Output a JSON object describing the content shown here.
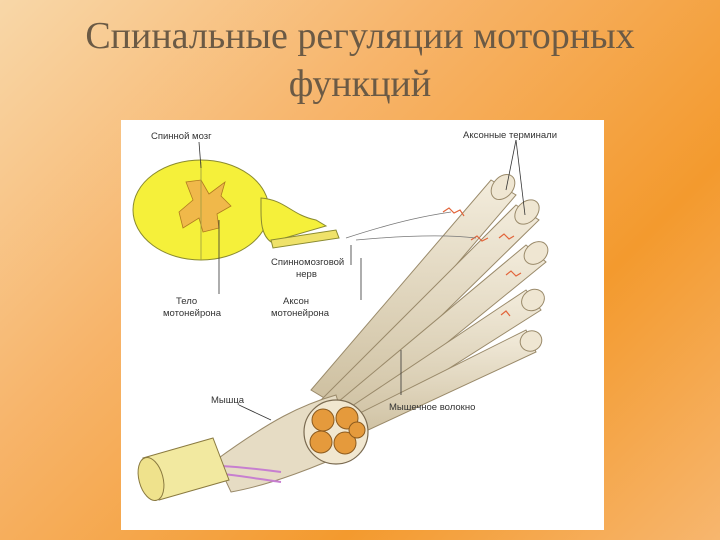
{
  "slide": {
    "title_line1": "Спинальные регуляции моторных",
    "title_line2": "функций"
  },
  "figure": {
    "labels": {
      "spinal_cord": "Спинной мозг",
      "axon_terminals": "Аксонные терминали",
      "spinal_nerve_line1": "Спинномозговой",
      "spinal_nerve_line2": "нерв",
      "motoneuron_body_line1": "Тело",
      "motoneuron_body_line2": "мотонейрона",
      "motoneuron_axon_line1": "Аксон",
      "motoneuron_axon_line2": "мотонейрона",
      "muscle": "Мышца",
      "muscle_fiber": "Мышечное волокно"
    },
    "colors": {
      "spinal_cord": "#f5f03a",
      "grey_matter": "#f0b84a",
      "fiber": "#e8dcc3",
      "bundle": "#e59a3c",
      "terminals": "#e2643a",
      "tendon": "#f2e9a0"
    }
  }
}
